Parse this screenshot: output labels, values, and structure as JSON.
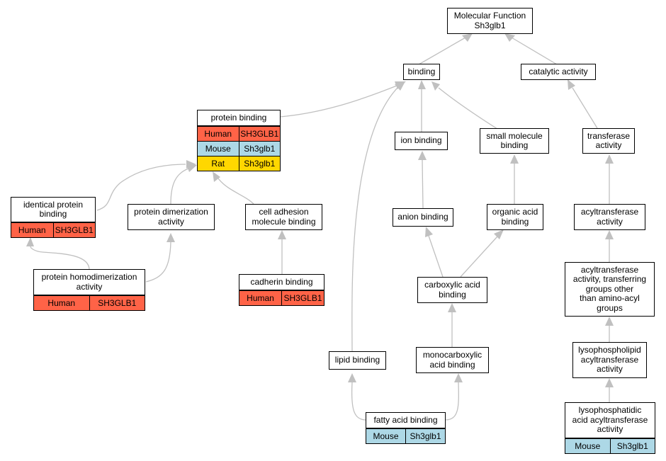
{
  "nodes": {
    "molecular_function": {
      "label": "Molecular Function\nSh3glb1"
    },
    "binding": {
      "label": "binding"
    },
    "catalytic_activity": {
      "label": "catalytic activity"
    },
    "protein_binding": {
      "label": "protein binding",
      "rows": [
        {
          "species": "Human",
          "gene": "SH3GLB1"
        },
        {
          "species": "Mouse",
          "gene": "Sh3glb1"
        },
        {
          "species": "Rat",
          "gene": "Sh3glb1"
        }
      ]
    },
    "ion_binding": {
      "label": "ion binding"
    },
    "small_molecule_binding": {
      "label": "small molecule\nbinding"
    },
    "transferase_activity": {
      "label": "transferase\nactivity"
    },
    "identical_protein_binding": {
      "label": "identical protein\nbinding",
      "rows": [
        {
          "species": "Human",
          "gene": "SH3GLB1"
        }
      ]
    },
    "protein_dimerization_activity": {
      "label": "protein dimerization\nactivity"
    },
    "cell_adhesion_molecule_binding": {
      "label": "cell adhesion\nmolecule binding"
    },
    "anion_binding": {
      "label": "anion binding"
    },
    "organic_acid_binding": {
      "label": "organic acid\nbinding"
    },
    "acyltransferase_activity": {
      "label": "acyltransferase\nactivity"
    },
    "protein_homodimerization_activity": {
      "label": "protein homodimerization\nactivity",
      "rows": [
        {
          "species": "Human",
          "gene": "SH3GLB1"
        }
      ]
    },
    "cadherin_binding": {
      "label": "cadherin binding",
      "rows": [
        {
          "species": "Human",
          "gene": "SH3GLB1"
        }
      ]
    },
    "carboxylic_acid_binding": {
      "label": "carboxylic acid\nbinding"
    },
    "acyltransferase_non_aminoacyl": {
      "label": "acyltransferase\nactivity, transferring\ngroups other\nthan amino-acyl\ngroups"
    },
    "lipid_binding": {
      "label": "lipid binding"
    },
    "monocarboxylic_acid_binding": {
      "label": "monocarboxylic\nacid binding"
    },
    "lysophospholipid_acyltransferase": {
      "label": "lysophospholipid\nacyltransferase\nactivity"
    },
    "fatty_acid_binding": {
      "label": "fatty acid binding",
      "rows": [
        {
          "species": "Mouse",
          "gene": "Sh3glb1"
        }
      ]
    },
    "lysophosphatidic_acid_acyltransferase": {
      "label": "lysophosphatidic\nacid acyltransferase\nactivity",
      "rows": [
        {
          "species": "Mouse",
          "gene": "Sh3glb1"
        }
      ]
    }
  },
  "edges": [
    [
      "binding",
      "molecular_function"
    ],
    [
      "catalytic_activity",
      "molecular_function"
    ],
    [
      "protein_binding",
      "binding"
    ],
    [
      "ion_binding",
      "binding"
    ],
    [
      "small_molecule_binding",
      "binding"
    ],
    [
      "lipid_binding",
      "binding"
    ],
    [
      "transferase_activity",
      "catalytic_activity"
    ],
    [
      "identical_protein_binding",
      "protein_binding"
    ],
    [
      "protein_dimerization_activity",
      "protein_binding"
    ],
    [
      "cell_adhesion_molecule_binding",
      "protein_binding"
    ],
    [
      "protein_homodimerization_activity",
      "identical_protein_binding"
    ],
    [
      "protein_homodimerization_activity",
      "protein_dimerization_activity"
    ],
    [
      "cadherin_binding",
      "cell_adhesion_molecule_binding"
    ],
    [
      "anion_binding",
      "ion_binding"
    ],
    [
      "organic_acid_binding",
      "small_molecule_binding"
    ],
    [
      "carboxylic_acid_binding",
      "anion_binding"
    ],
    [
      "carboxylic_acid_binding",
      "organic_acid_binding"
    ],
    [
      "monocarboxylic_acid_binding",
      "carboxylic_acid_binding"
    ],
    [
      "fatty_acid_binding",
      "lipid_binding"
    ],
    [
      "fatty_acid_binding",
      "monocarboxylic_acid_binding"
    ],
    [
      "acyltransferase_activity",
      "transferase_activity"
    ],
    [
      "acyltransferase_non_aminoacyl",
      "acyltransferase_activity"
    ],
    [
      "lysophospholipid_acyltransferase",
      "acyltransferase_non_aminoacyl"
    ],
    [
      "lysophosphatidic_acid_acyltransferase",
      "lysophospholipid_acyltransferase"
    ]
  ],
  "colors": {
    "Human": "#ff6347",
    "Mouse": "#add8e6",
    "Rat": "#ffd700",
    "edge": "#c0c0c0"
  }
}
